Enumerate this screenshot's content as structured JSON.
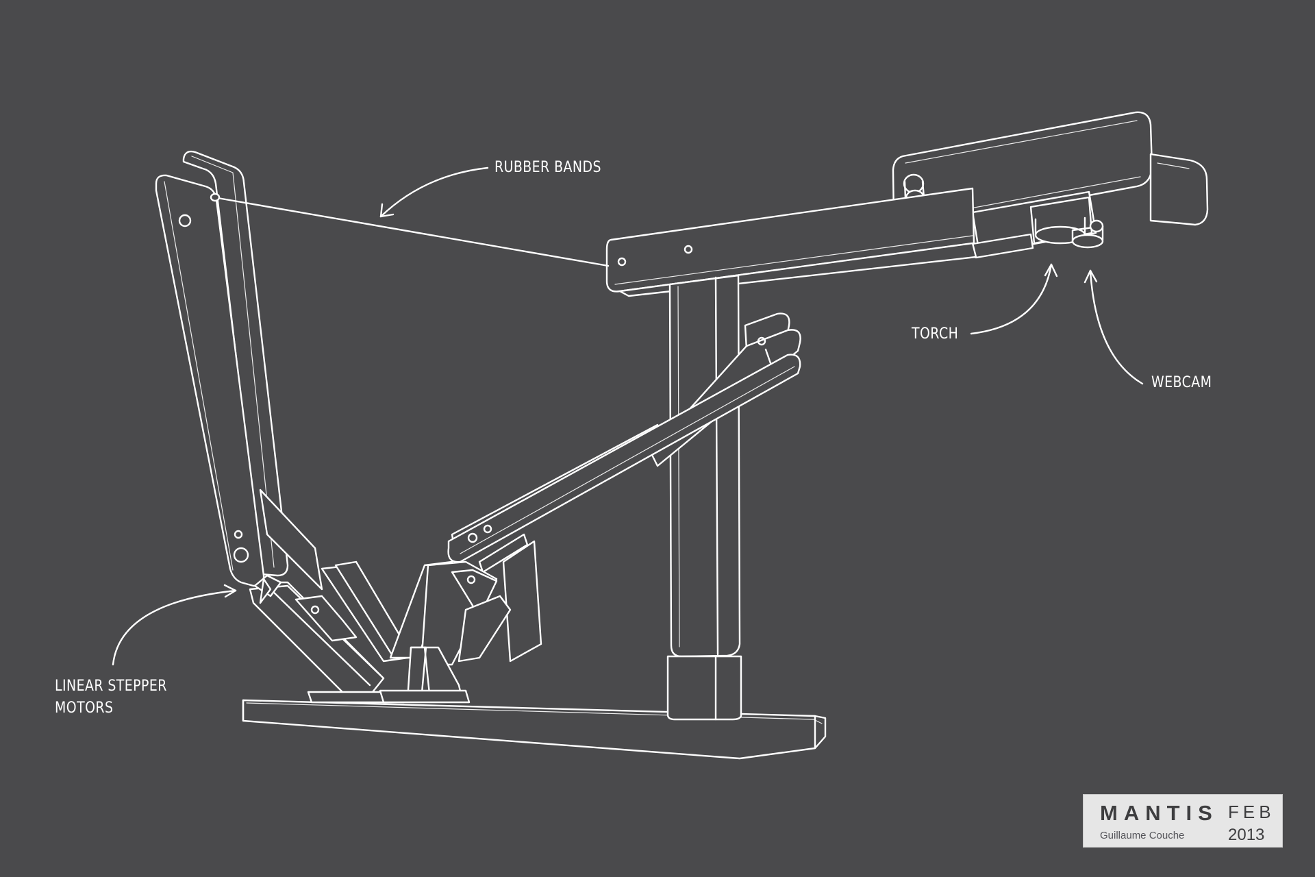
{
  "labels": {
    "rubber_bands": "RUBBER BANDS",
    "torch": "TORCH",
    "webcam": "WEBCAM",
    "linear_stepper_line1": "LINEAR STEPPER",
    "linear_stepper_line2": "MOTORS"
  },
  "title_block": {
    "name": "MANTIS",
    "author": "Guillaume Couche",
    "month": "FEB",
    "year": "2013"
  },
  "colors": {
    "background": "#4a4a4c",
    "line": "#ffffff",
    "title_block_bg": "#e6e6e6",
    "title_block_text": "#3e3e40"
  }
}
